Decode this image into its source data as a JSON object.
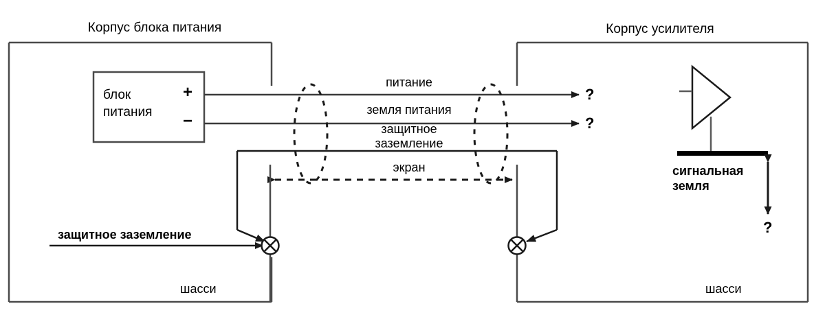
{
  "diagram": {
    "titles": {
      "left_enclosure": "Корпус блока питания",
      "right_enclosure": "Корпус усилителя"
    },
    "power_supply_block": {
      "line1": "блок",
      "line2": "питания",
      "plus_terminal": "+",
      "minus_terminal": "−"
    },
    "wire_labels": {
      "power": "питание",
      "power_ground": "земля питания",
      "protective_earth_line1": "защитное",
      "protective_earth_line2": "заземление",
      "shield": "экран"
    },
    "left_input_label": "защитное заземление",
    "chassis_label_left": "шасси",
    "chassis_label_right": "шасси",
    "amplifier": {
      "signal_ground_line1": "сигнальная",
      "signal_ground_line2": "земля",
      "gap_question": "?"
    },
    "unknown_markers": {
      "power_question": "?",
      "power_ground_question": "?"
    },
    "colors": {
      "stroke": "#1a1a1a",
      "background": "#ffffff",
      "text": "#000000"
    }
  }
}
